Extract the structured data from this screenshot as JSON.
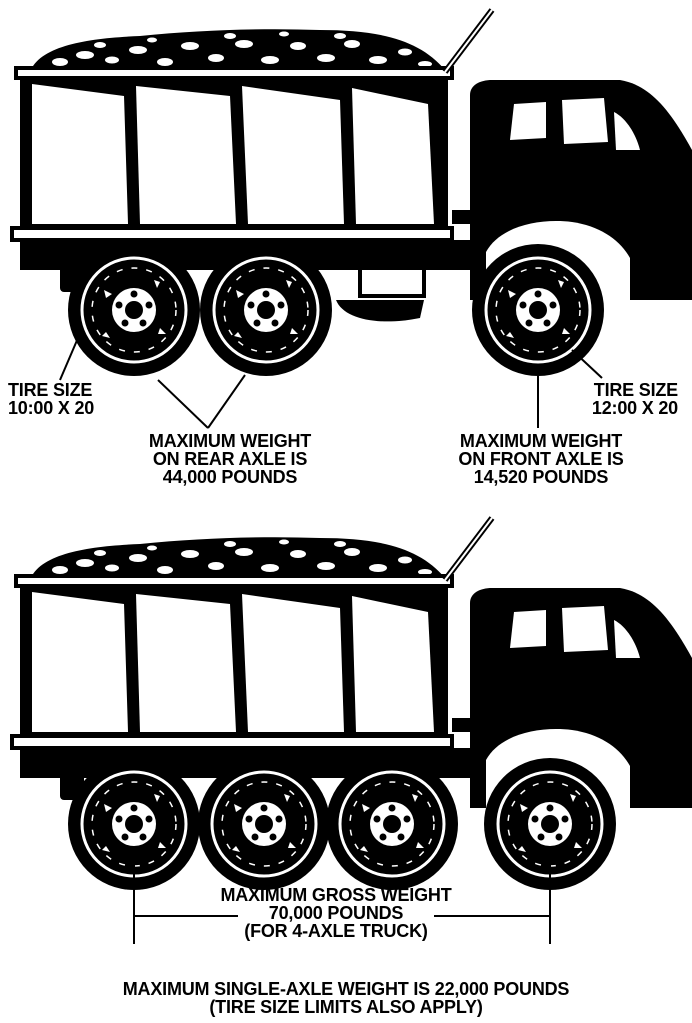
{
  "colors": {
    "ink": "#000000",
    "paper": "#ffffff"
  },
  "icons": [
    "dump-truck-icon",
    "gravel-load-icon",
    "wheel-icon"
  ],
  "top_figure": {
    "rear_tire": {
      "title": "TIRE SIZE",
      "size": "10:00 X 20"
    },
    "front_tire": {
      "title": "TIRE SIZE",
      "size": "12:00 X 20"
    },
    "rear_axle": {
      "line1": "MAXIMUM WEIGHT",
      "line2": "ON REAR AXLE IS",
      "line3": "44,000 POUNDS"
    },
    "front_axle": {
      "line1": "MAXIMUM WEIGHT",
      "line2": "ON FRONT AXLE IS",
      "line3": "14,520 POUNDS"
    }
  },
  "bottom_figure": {
    "gross": {
      "line1": "MAXIMUM GROSS WEIGHT",
      "line2": "70,000 POUNDS",
      "line3": "(FOR 4-AXLE TRUCK)"
    }
  },
  "footer": {
    "line1": "MAXIMUM SINGLE-AXLE WEIGHT IS 22,000 POUNDS",
    "line2": "(TIRE SIZE LIMITS ALSO APPLY)"
  }
}
